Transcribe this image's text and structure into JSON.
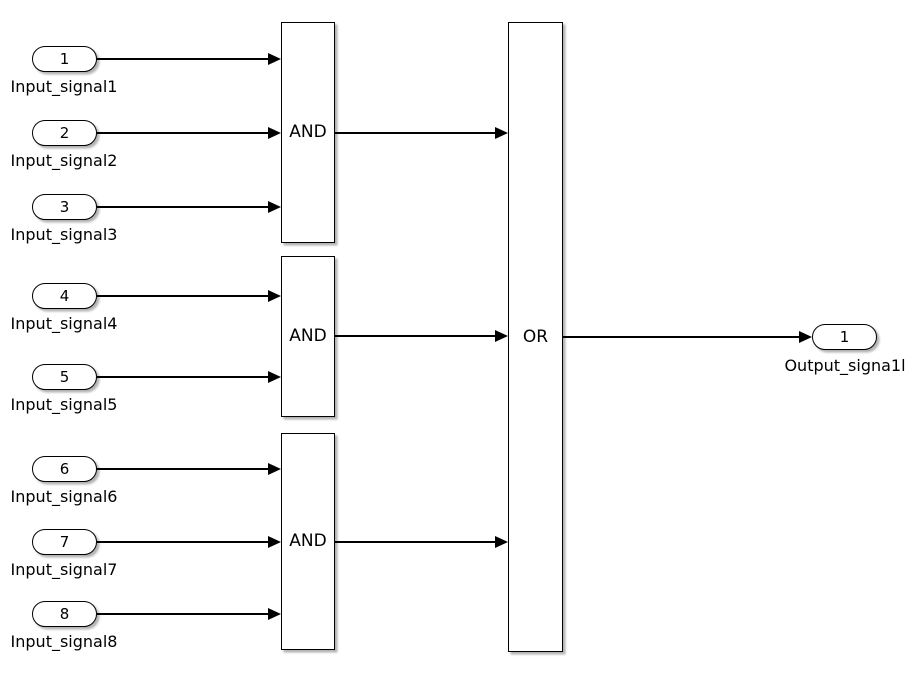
{
  "diagram": {
    "type": "simulink-block-diagram",
    "colors": {
      "background": "#ffffff",
      "block_fill": "#ffffff",
      "block_border": "#000000",
      "wire": "#000000",
      "text": "#000000"
    },
    "inputs": [
      {
        "port": "1",
        "label": "Input_signal1"
      },
      {
        "port": "2",
        "label": "Input_signal2"
      },
      {
        "port": "3",
        "label": "Input_signal3"
      },
      {
        "port": "4",
        "label": "Input_signal4"
      },
      {
        "port": "5",
        "label": "Input_signal5"
      },
      {
        "port": "6",
        "label": "Input_signal6"
      },
      {
        "port": "7",
        "label": "Input_signal7"
      },
      {
        "port": "8",
        "label": "Input_signal8"
      }
    ],
    "and_gates": [
      {
        "label": "AND",
        "input_ports": [
          "1",
          "2",
          "3"
        ]
      },
      {
        "label": "AND",
        "input_ports": [
          "4",
          "5"
        ]
      },
      {
        "label": "AND",
        "input_ports": [
          "6",
          "7",
          "8"
        ]
      }
    ],
    "or_gate": {
      "label": "OR",
      "input_count": 3
    },
    "output": {
      "port": "1",
      "label": "Output_signa1l"
    }
  }
}
